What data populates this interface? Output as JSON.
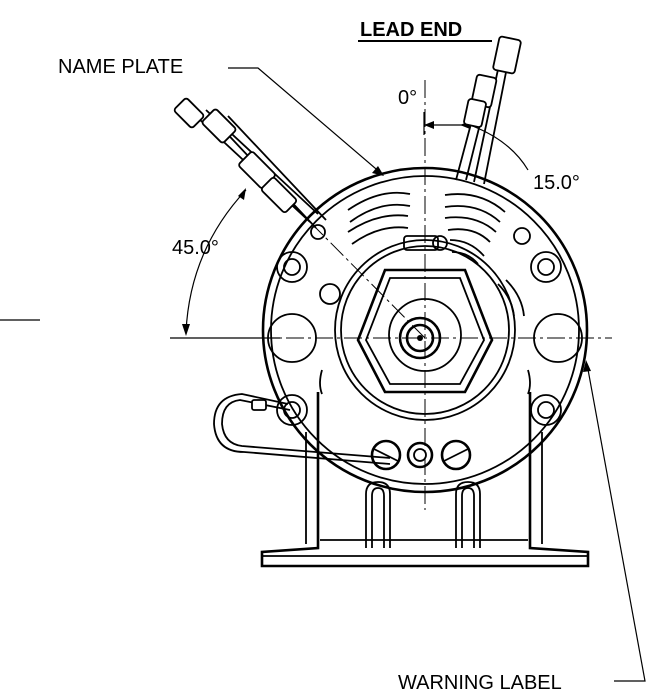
{
  "labels": {
    "lead_end": "LEAD END",
    "name_plate": "NAME PLATE",
    "warning_label": "WARNING LABEL",
    "angle_zero": "0°",
    "angle_15": "15.0°",
    "angle_45": "45.0°"
  }
}
